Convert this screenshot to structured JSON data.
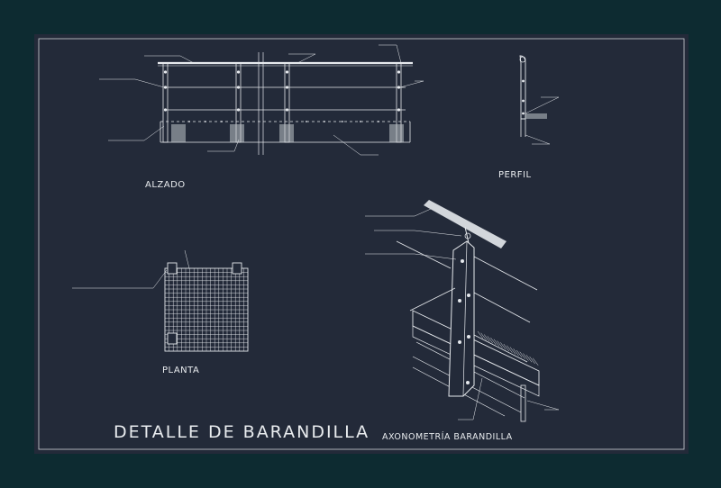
{
  "title": "DETALLE DE BARANDILLA",
  "views": {
    "alzado": "ALZADO",
    "perfil": "PERFIL",
    "planta": "PLANTA",
    "axonometria": "AXONOMETRÍA BARANDILLA"
  },
  "colors": {
    "outer": "#0d2b31",
    "sheet": "#232a39",
    "ink": "#e6e9ed"
  }
}
